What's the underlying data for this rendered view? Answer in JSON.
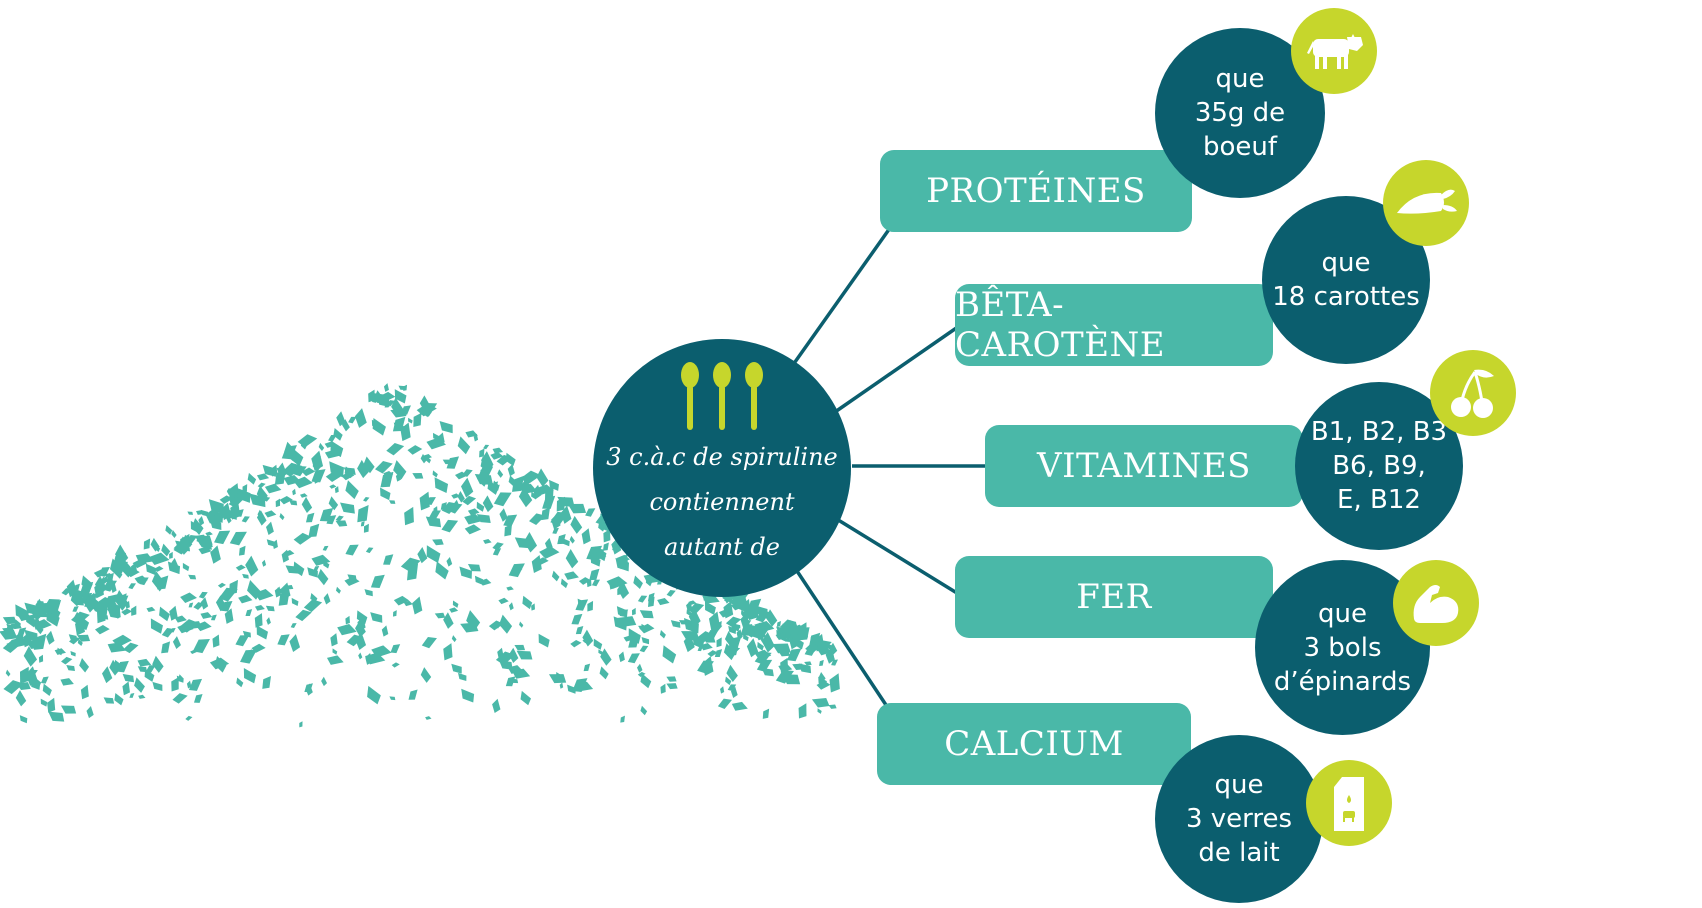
{
  "colors": {
    "dark_teal": "#0b5e6e",
    "teal": "#4ab8a8",
    "lime": "#c6d62c",
    "white": "#ffffff"
  },
  "center": {
    "icon": "spoon-icon",
    "lines": [
      "3 c.à.c de spiruline",
      "contiennent",
      "autant de"
    ]
  },
  "nutrients": [
    {
      "label": "PROTÉINES",
      "comparison": [
        "que",
        "35g de",
        "boeuf"
      ],
      "icon": "cow-icon"
    },
    {
      "label": "BÊTA-CAROTÈNE",
      "comparison": [
        "que",
        "18 carottes"
      ],
      "icon": "carrot-icon"
    },
    {
      "label": "VITAMINES",
      "comparison": [
        "B1, B2, B3",
        "B6, B9,",
        "E, B12"
      ],
      "icon": "cherry-icon"
    },
    {
      "label": "FER",
      "comparison": [
        "que",
        "3 bols",
        "d’épinards"
      ],
      "icon": "muscle-arm-icon"
    },
    {
      "label": "CALCIUM",
      "comparison": [
        "que",
        "3 verres",
        "de lait"
      ],
      "icon": "milk-carton-icon"
    }
  ]
}
